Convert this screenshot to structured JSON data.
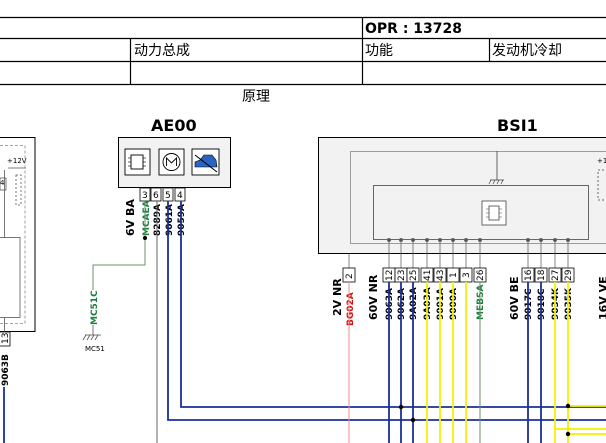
{
  "header": {
    "opr": "OPR : 13728",
    "system": "动力总成",
    "function_label": "功能",
    "function_value": "发动机冷却",
    "section": "原理"
  },
  "components": {
    "ae00": {
      "name": "AE00",
      "connector": "6V BA",
      "pins": [
        "3",
        "6",
        "5",
        "4"
      ]
    },
    "bsi1": {
      "name": "BSI1"
    }
  },
  "ae00_wires": {
    "pin3": "MCAEA",
    "pin6": "8289A",
    "pin5": "9061A",
    "pin4": "9059A"
  },
  "mc51": {
    "label": "MC51C",
    "ground": "MC51"
  },
  "left_fragment": {
    "voltage": "+12V",
    "pin": "13",
    "wire": "9063B",
    "marker": "4"
  },
  "bsi_connectors": {
    "c2v": {
      "label": "2V NR",
      "pins": [
        "2"
      ],
      "wires": [
        "BG02A"
      ]
    },
    "c60nr": {
      "label": "60V NR",
      "pins": [
        "12",
        "23",
        "25",
        "41",
        "43",
        "1",
        "3",
        "26"
      ],
      "wires": [
        "9063A",
        "9062A",
        "9A02A",
        "9A03A",
        "9001A",
        "9000A",
        "MEBSA"
      ]
    },
    "c60be": {
      "label": "60V BE",
      "pins": [
        "16",
        "18",
        "27",
        "29"
      ],
      "wires": [
        "9017C",
        "9018C",
        "9034K",
        "9035K"
      ]
    },
    "c16v": {
      "label": "16V VE"
    }
  },
  "bsi_voltage": "+1"
}
